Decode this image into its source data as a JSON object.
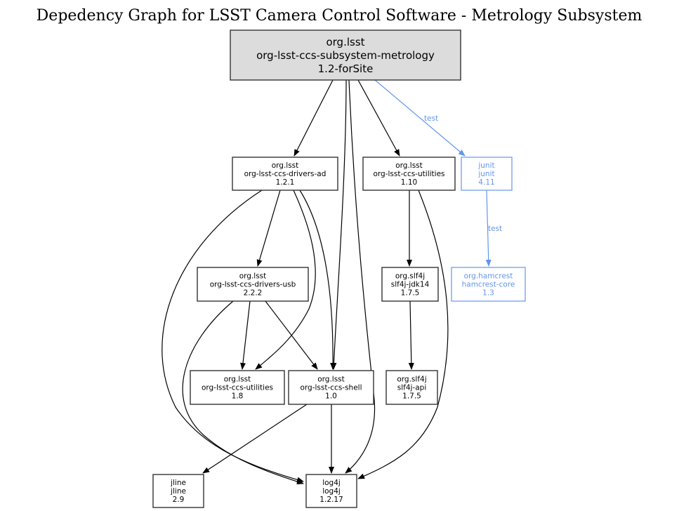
{
  "title": "Depedency Graph for LSST Camera Control Software - Metrology Subsystem",
  "colors": {
    "default": "#000000",
    "test": "#6495ed",
    "root_fill": "#dcdcdc",
    "node_fill": "#ffffff"
  },
  "nodes": [
    {
      "id": "root",
      "group": "org.lsst",
      "artifact": "org-lsst-ccs-subsystem-metrology",
      "version": "1.2-forSite",
      "scope": "root"
    },
    {
      "id": "drivers-ad",
      "group": "org.lsst",
      "artifact": "org-lsst-ccs-drivers-ad",
      "version": "1.2.1",
      "scope": "compile"
    },
    {
      "id": "utilities-110",
      "group": "org.lsst",
      "artifact": "org-lsst-ccs-utilities",
      "version": "1.10",
      "scope": "compile"
    },
    {
      "id": "junit",
      "group": "junit",
      "artifact": "junit",
      "version": "4.11",
      "scope": "test"
    },
    {
      "id": "drivers-usb",
      "group": "org.lsst",
      "artifact": "org-lsst-ccs-drivers-usb",
      "version": "2.2.2",
      "scope": "compile"
    },
    {
      "id": "slf4j-jdk14",
      "group": "org.slf4j",
      "artifact": "slf4j-jdk14",
      "version": "1.7.5",
      "scope": "compile"
    },
    {
      "id": "hamcrest",
      "group": "org.hamcrest",
      "artifact": "hamcrest-core",
      "version": "1.3",
      "scope": "test"
    },
    {
      "id": "utilities-18",
      "group": "org.lsst",
      "artifact": "org-lsst-ccs-utilities",
      "version": "1.8",
      "scope": "compile"
    },
    {
      "id": "shell",
      "group": "org.lsst",
      "artifact": "org-lsst-ccs-shell",
      "version": "1.0",
      "scope": "compile"
    },
    {
      "id": "slf4j-api",
      "group": "org.slf4j",
      "artifact": "slf4j-api",
      "version": "1.7.5",
      "scope": "compile"
    },
    {
      "id": "jline",
      "group": "jline",
      "artifact": "jline",
      "version": "2.9",
      "scope": "compile"
    },
    {
      "id": "log4j",
      "group": "log4j",
      "artifact": "log4j",
      "version": "1.2.17",
      "scope": "compile"
    }
  ],
  "edges": [
    {
      "from": "root",
      "to": "drivers-ad",
      "label": ""
    },
    {
      "from": "root",
      "to": "shell",
      "label": ""
    },
    {
      "from": "root",
      "to": "log4j",
      "label": ""
    },
    {
      "from": "root",
      "to": "utilities-110",
      "label": ""
    },
    {
      "from": "root",
      "to": "junit",
      "label": "test"
    },
    {
      "from": "drivers-ad",
      "to": "drivers-usb",
      "label": ""
    },
    {
      "from": "drivers-ad",
      "to": "utilities-18",
      "label": ""
    },
    {
      "from": "drivers-ad",
      "to": "shell",
      "label": ""
    },
    {
      "from": "drivers-ad",
      "to": "log4j",
      "label": ""
    },
    {
      "from": "utilities-110",
      "to": "slf4j-jdk14",
      "label": ""
    },
    {
      "from": "utilities-110",
      "to": "log4j",
      "label": ""
    },
    {
      "from": "junit",
      "to": "hamcrest",
      "label": "test"
    },
    {
      "from": "drivers-usb",
      "to": "utilities-18",
      "label": ""
    },
    {
      "from": "drivers-usb",
      "to": "shell",
      "label": ""
    },
    {
      "from": "drivers-usb",
      "to": "log4j",
      "label": ""
    },
    {
      "from": "slf4j-jdk14",
      "to": "slf4j-api",
      "label": ""
    },
    {
      "from": "shell",
      "to": "jline",
      "label": ""
    },
    {
      "from": "shell",
      "to": "log4j",
      "label": ""
    }
  ]
}
